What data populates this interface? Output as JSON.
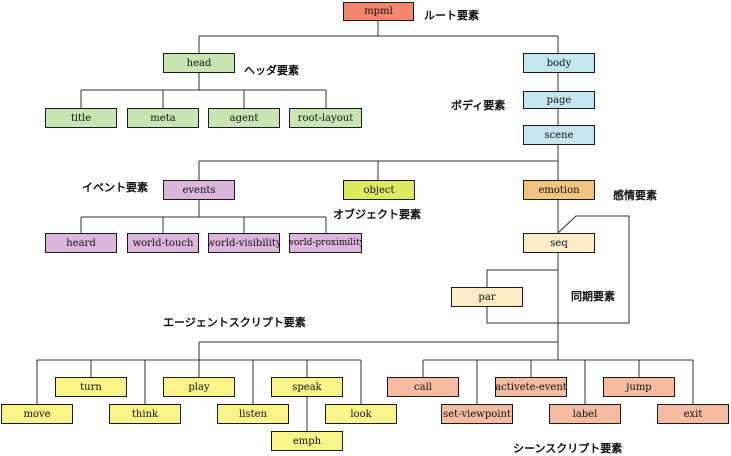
{
  "colors": {
    "root": "#f4866e",
    "head": "#c8e6b4",
    "body": "#c4e6f0",
    "event": "#dcb6dc",
    "object": "#dcec5c",
    "emotion": "#f2c47c",
    "sync": "#fcecc8",
    "agent_script": "#f8f488",
    "scene_script": "#f6bca2"
  },
  "nodes": {
    "mpml": "mpml",
    "head": "head",
    "body": "body",
    "page": "page",
    "scene": "scene",
    "title": "title",
    "meta": "meta",
    "agent": "agent",
    "root_layout": "root-layout",
    "events": "events",
    "object": "object",
    "emotion": "emotion",
    "heard": "heard",
    "world_touch": "world-touch",
    "world_visibility": "world-visibility",
    "world_proximility": "world-proximility",
    "seq": "seq",
    "par": "par",
    "move": "move",
    "turn": "turn",
    "think": "think",
    "play": "play",
    "listen": "listen",
    "speak": "speak",
    "emph": "emph",
    "look": "look",
    "call": "call",
    "set_viewpoint": "set-viewpoint",
    "activete_event": "activete-event",
    "label": "label",
    "jump": "jump",
    "exit": "exit"
  },
  "labels": {
    "root": "ルート要素",
    "header": "ヘッダ要素",
    "body": "ボディ要素",
    "event": "イベント要素",
    "object": "オブジェクト要素",
    "emotion": "感情要素",
    "sync": "同期要素",
    "agent_script": "エージェントスクリプト要素",
    "scene_script": "シーンスクリプト要素"
  }
}
